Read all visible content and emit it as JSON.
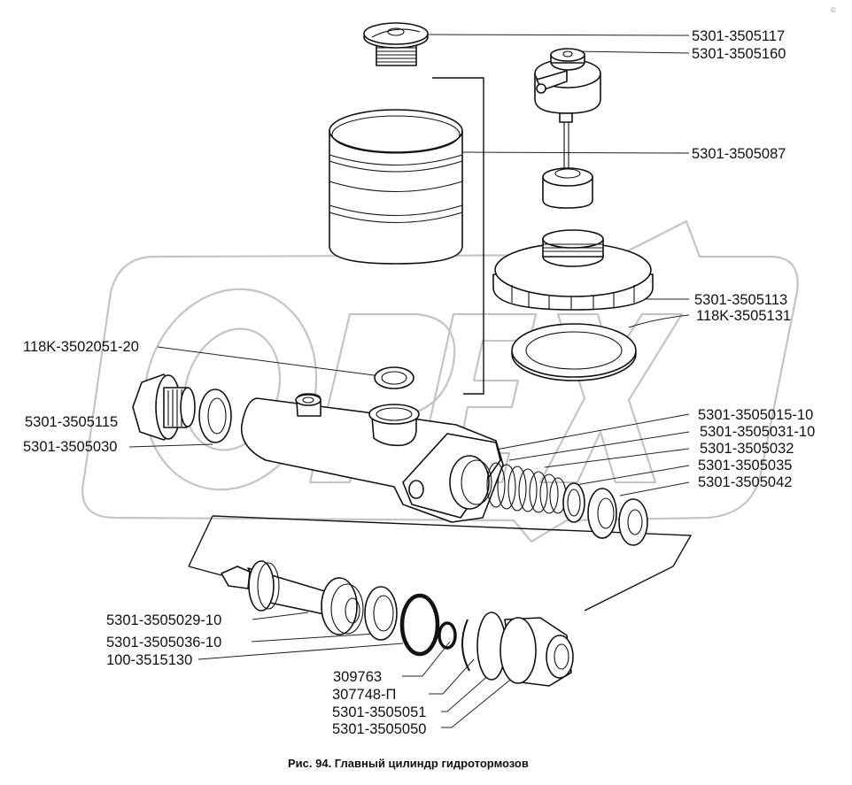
{
  "figure": {
    "caption": "Рис. 94. Главный цилиндр гидротормозов",
    "watermark": "ОРЕХ",
    "corner_mark": "©"
  },
  "parts": [
    {
      "id": "p1",
      "number": "5301-3505117",
      "part": "reservoir-cap-plug"
    },
    {
      "id": "p2",
      "number": "5301-3505160",
      "part": "level-sensor-cap"
    },
    {
      "id": "p3",
      "number": "5301-3505087",
      "part": "fluid-reservoir"
    },
    {
      "id": "p4",
      "number": "5301-3505113",
      "part": "reservoir-lid-nut"
    },
    {
      "id": "p5",
      "number": "118K-3505131",
      "part": "reservoir-gasket"
    },
    {
      "id": "p6",
      "number": "118K-3502051-20",
      "part": "o-ring"
    },
    {
      "id": "p7",
      "number": "5301-3505115",
      "part": "end-plug"
    },
    {
      "id": "p8",
      "number": "5301-3505030",
      "part": "plug-washer"
    },
    {
      "id": "p9",
      "number": "5301-3505015-10",
      "part": "cylinder-body"
    },
    {
      "id": "p10",
      "number": "5301-3505031-10",
      "part": "seal-cup"
    },
    {
      "id": "p11",
      "number": "5301-3505032",
      "part": "return-spring"
    },
    {
      "id": "p12",
      "number": "5301-3505035",
      "part": "spring-seat"
    },
    {
      "id": "p13",
      "number": "5301-3505042",
      "part": "valve-washer"
    },
    {
      "id": "p14",
      "number": "5301-3505029-10",
      "part": "piston"
    },
    {
      "id": "p15",
      "number": "5301-3505036-10",
      "part": "piston-cup"
    },
    {
      "id": "p16",
      "number": "100-3515130",
      "part": "sealing-ring"
    },
    {
      "id": "p17",
      "number": "309763",
      "part": "small-o-ring"
    },
    {
      "id": "p18",
      "number": "307748-П",
      "part": "retaining-ring"
    },
    {
      "id": "p19",
      "number": "5301-3505051",
      "part": "stop-plate"
    },
    {
      "id": "p20",
      "number": "5301-3505050",
      "part": "protective-boot"
    }
  ]
}
